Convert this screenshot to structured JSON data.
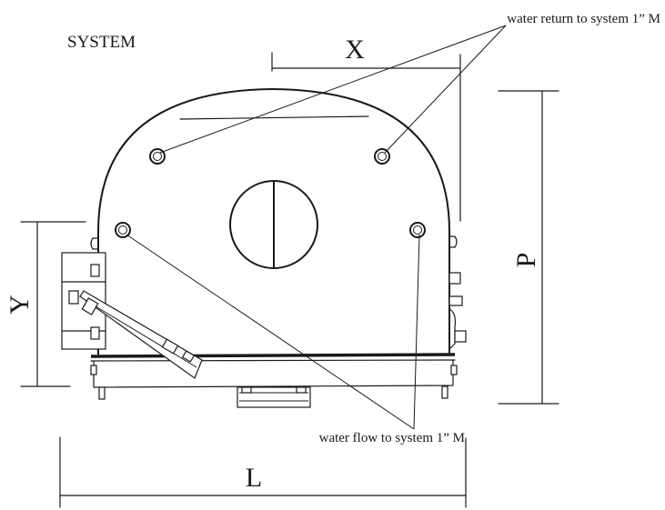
{
  "labels": {
    "title": "SYSTEM",
    "return_note": "water return to system 1” M",
    "flow_note": "water flow to system 1” M"
  },
  "dimensions": {
    "x": "X",
    "y": "Y",
    "p": "P",
    "l": "L"
  },
  "colors": {
    "line": "#1a1a1a",
    "background": "#ffffff"
  }
}
